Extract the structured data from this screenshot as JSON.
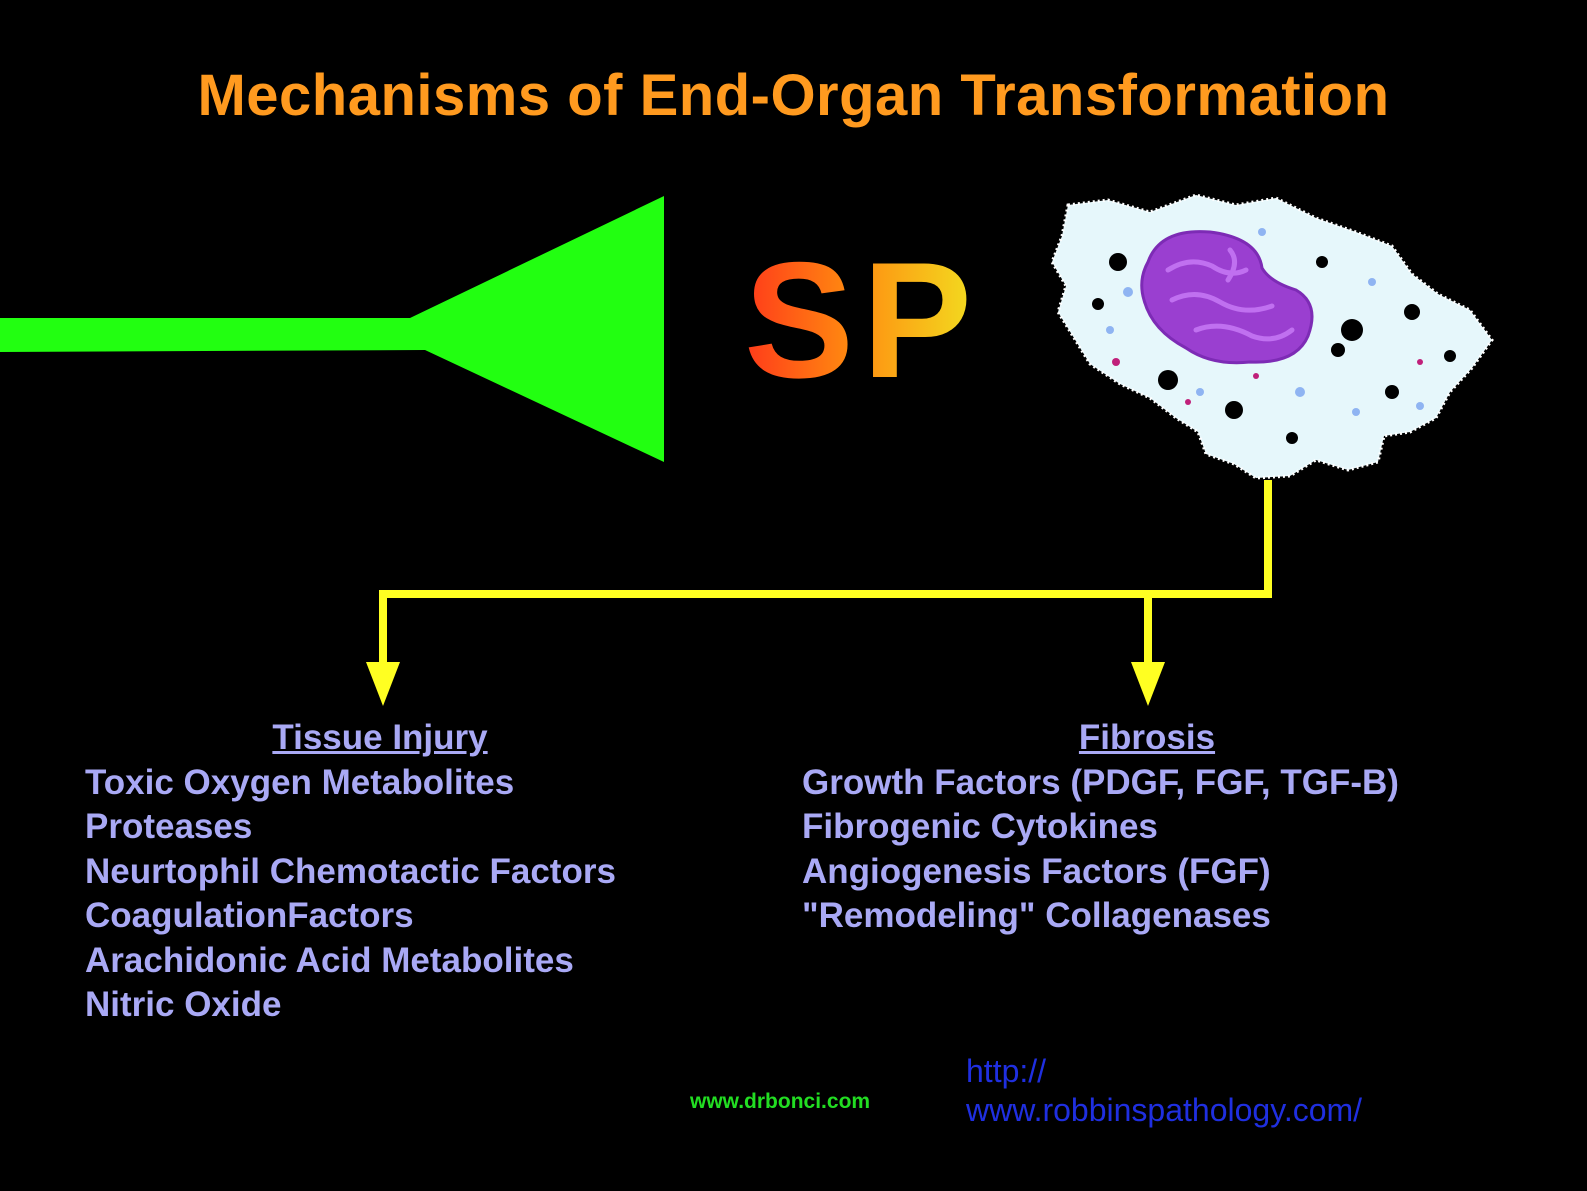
{
  "title": "Mechanisms of End-Organ Transformation",
  "center_label": "SP",
  "left_column": {
    "heading": "Tissue Injury",
    "items": [
      "Toxic Oxygen Metabolites",
      "Proteases",
      "Neurtophil Chemotactic Factors",
      "CoagulationFactors",
      "Arachidonic Acid Metabolites",
      "Nitric Oxide"
    ]
  },
  "right_column": {
    "heading": "Fibrosis",
    "items": [
      "Growth Factors (PDGF, FGF, TGF-B)",
      "Fibrogenic Cytokines",
      "Angiogenesis Factors (FGF)",
      "\"Remodeling\" Collagenases"
    ]
  },
  "footer": {
    "site": "www.drbonci.com",
    "url_line1": "http://",
    "url_line2": "www.robbinspathology.com/"
  },
  "colors": {
    "title": "#FF9A1F",
    "axon": "#22FF11",
    "connector": "#FFFF22",
    "text": "#A9A9F5",
    "cell_cytoplasm": "#E6F7FB",
    "nucleus": "#9A3FD0",
    "site": "#22DD22",
    "link": "#1F2FE0"
  }
}
